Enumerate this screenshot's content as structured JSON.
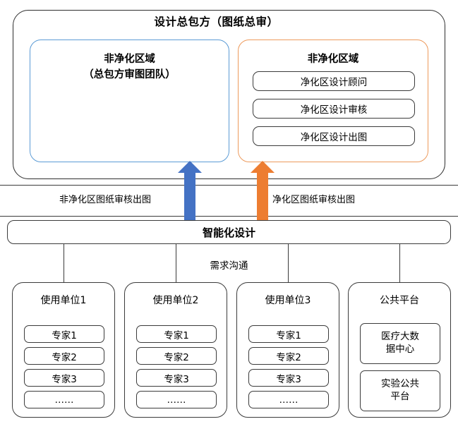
{
  "diagram": {
    "title": "设计总包方（图纸总审）",
    "colors": {
      "blue_accent": "#4472C4",
      "orange_accent": "#ED7D31",
      "blue_border": "#5B9BD5",
      "orange_border": "#ED9A5C",
      "outline": "#3b3b3b"
    },
    "top_container": {
      "label": "设计总包方（图纸总审）",
      "left_panel": {
        "title_line1": "非净化区域",
        "title_line2": "（总包方审图团队）"
      },
      "right_panel": {
        "title": "非净化区域",
        "items": [
          "净化区设计顾问",
          "净化区设计审核",
          "净化区设计出图"
        ]
      }
    },
    "flows": {
      "left_arrow_label": "非净化区图纸审核出图",
      "right_arrow_label": "净化区图纸审核出图",
      "need_label": "需求沟通"
    },
    "smart_bar": {
      "label": "智能化设计"
    },
    "units": [
      {
        "title": "使用单位1",
        "items": [
          "专家1",
          "专家2",
          "专家3",
          "……"
        ]
      },
      {
        "title": "使用单位2",
        "items": [
          "专家1",
          "专家2",
          "专家3",
          "……"
        ]
      },
      {
        "title": "使用单位3",
        "items": [
          "专家1",
          "专家2",
          "专家3",
          "……"
        ]
      },
      {
        "title": "公共平台",
        "items": [
          "医疗大数\n据中心",
          "实验公共\n平台"
        ]
      }
    ]
  }
}
